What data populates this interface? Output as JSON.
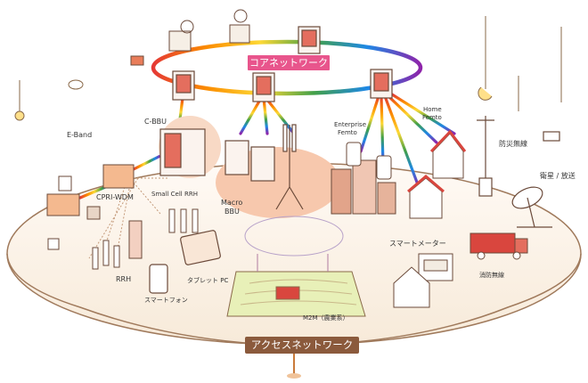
{
  "core": {
    "label": "コアネットワーク"
  },
  "access": {
    "label": "アクセスネットワーク"
  },
  "labels": {
    "cbbu": "C-BBU",
    "eband": "E-Band",
    "cpri": "CPRI-WDM",
    "smallcell_rrh": "Small Cell RRH",
    "macro_bbu_1": "Macro",
    "macro_bbu_2": "BBU",
    "ent_femto_1": "Enterprise",
    "ent_femto_2": "Femto",
    "home_femto_1": "Home",
    "home_femto_2": "Femto",
    "disaster_radio": "防災無線",
    "satellite": "衛星 / 放送",
    "smart_meter": "スマートメーター",
    "fire_radio": "消防無線",
    "rrh": "RRH",
    "tablet": "タブレット PC",
    "smartphone": "スマートフォン",
    "m2m": "M2M（農業系）"
  },
  "colors": {
    "core_banner": "#e8558c",
    "access_banner": "#8b5a3c",
    "rainbow": [
      "#e53935",
      "#fb8c00",
      "#fdd835",
      "#43a047",
      "#1e88e5",
      "#8e24aa"
    ]
  }
}
